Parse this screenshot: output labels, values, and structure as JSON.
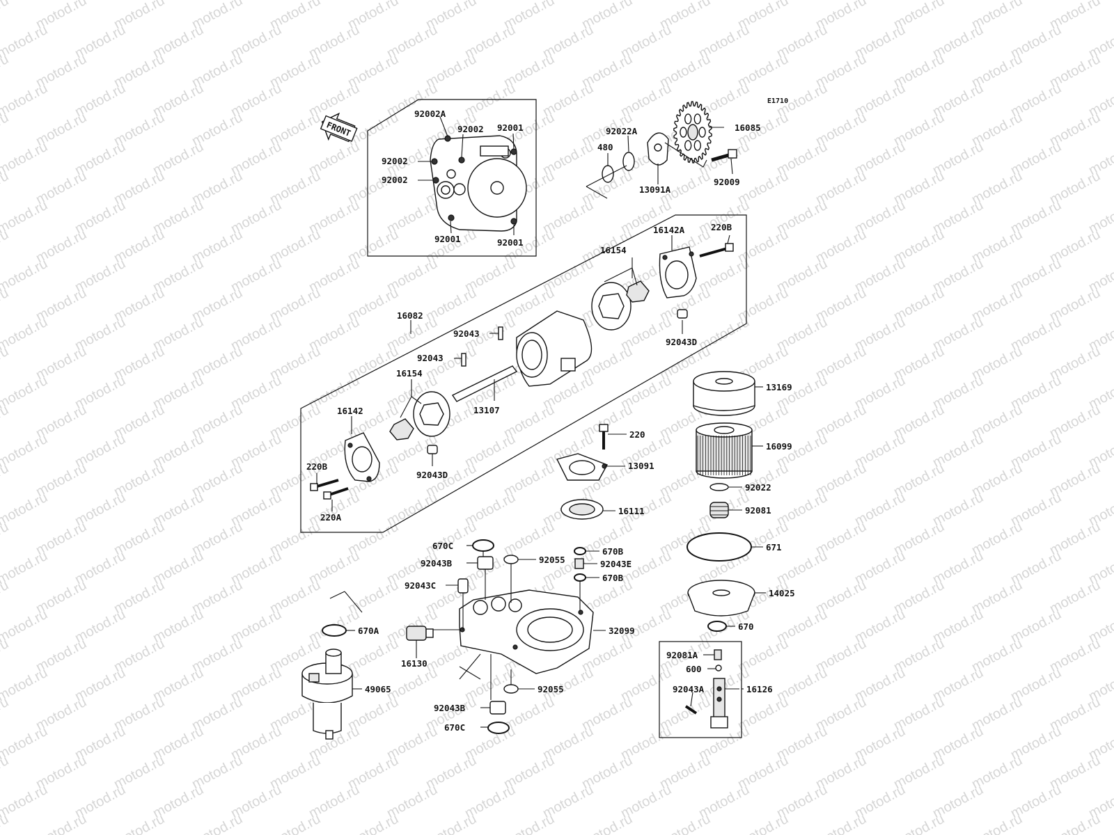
{
  "diagram": {
    "code": "E1710",
    "front_label": "FRONT",
    "watermark_text": "motod.ru",
    "labels": {
      "l92002A": "92002A",
      "l92002_1": "92002",
      "l92001_1": "92001",
      "l92002_2": "92002",
      "l92002_3": "92002",
      "l92001_2": "92001",
      "l92001_3": "92001",
      "l92022A": "92022A",
      "l16085": "16085",
      "l480": "480",
      "l13091A": "13091A",
      "l92009": "92009",
      "l16142A": "16142A",
      "l220B_1": "220B",
      "l16154_1": "16154",
      "l92043D_1": "92043D",
      "l16082": "16082",
      "l92043_1": "92043",
      "l92043_2": "92043",
      "l16154_2": "16154",
      "l13107": "13107",
      "l16142": "16142",
      "l220B_2": "220B",
      "l92043D_2": "92043D",
      "l220A": "220A",
      "l13169": "13169",
      "l220": "220",
      "l16099": "16099",
      "l13091": "13091",
      "l92022": "92022",
      "l16111": "16111",
      "l92081": "92081",
      "l671": "671",
      "l670C_1": "670C",
      "l670B_1": "670B",
      "l92043B_1": "92043B",
      "l92055_1": "92055",
      "l92043E": "92043E",
      "l670B_2": "670B",
      "l92043C": "92043C",
      "l14025": "14025",
      "l670A": "670A",
      "l32099": "32099",
      "l670": "670",
      "l16130": "16130",
      "l92081A": "92081A",
      "l600": "600",
      "l92043A": "92043A",
      "l16126": "16126",
      "l49065": "49065",
      "l92055_2": "92055",
      "l92043B_2": "92043B",
      "l670C_2": "670C"
    }
  }
}
